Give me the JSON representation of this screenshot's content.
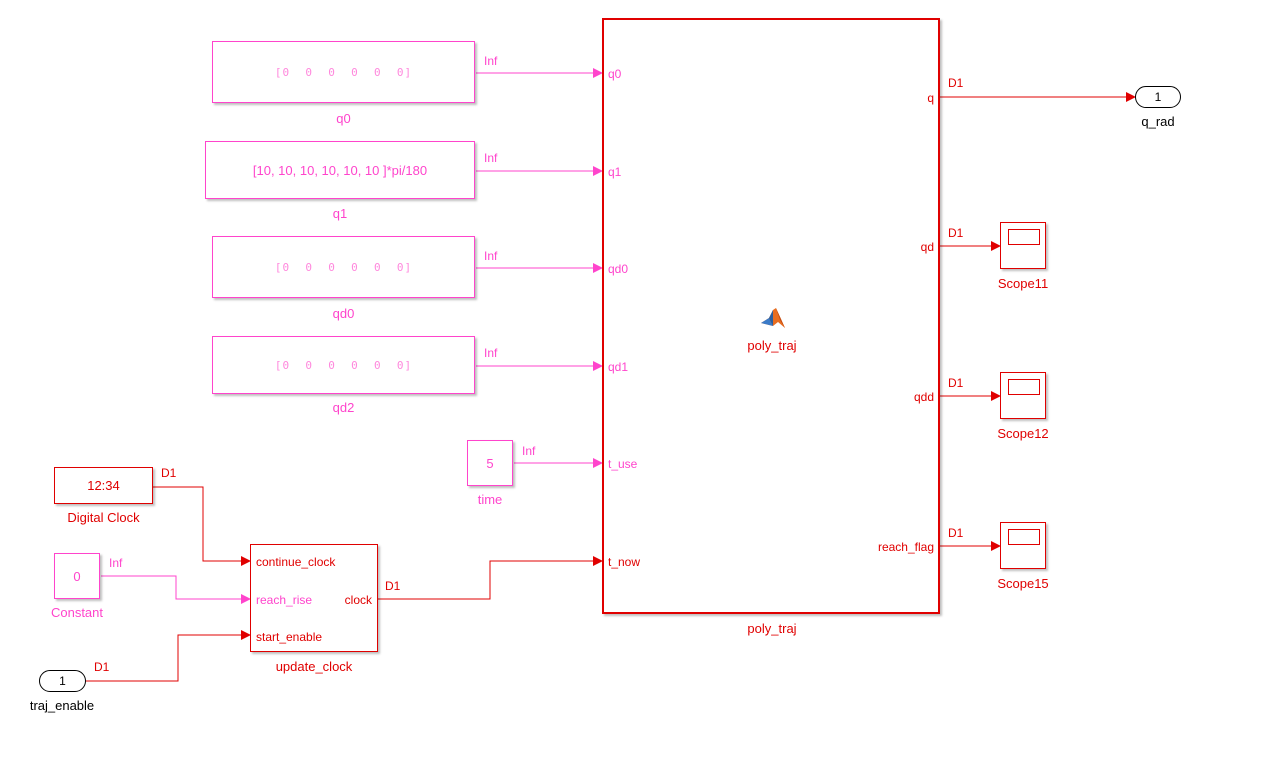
{
  "blocks": {
    "q0": {
      "value": "[0  0  0  0  0  0]",
      "label": "q0"
    },
    "q1": {
      "value": "[10, 10, 10, 10, 10, 10 ]*pi/180",
      "label": "q1"
    },
    "qd0": {
      "value": "[0  0  0  0  0  0]",
      "label": "qd0"
    },
    "qd2": {
      "value": "[0  0  0  0  0  0]",
      "label": "qd2"
    },
    "time": {
      "value": "5",
      "label": "time"
    },
    "digital_clock": {
      "value": "12:34",
      "label": "Digital Clock"
    },
    "constant": {
      "value": "0",
      "label": "Constant"
    },
    "traj_enable": {
      "value": "1",
      "label": "traj_enable"
    },
    "update_clock": {
      "label": "update_clock",
      "inputs": [
        "continue_clock",
        "reach_rise",
        "start_enable"
      ],
      "output": "clock"
    },
    "poly_traj": {
      "label": "poly_traj",
      "inner_label": "poly_traj",
      "inputs": [
        "q0",
        "q1",
        "qd0",
        "qd1",
        "t_use",
        "t_now"
      ],
      "outputs": [
        "q",
        "qd",
        "qdd",
        "reach_flag"
      ]
    },
    "q_rad": {
      "value": "1",
      "label": "q_rad"
    },
    "scope11": {
      "label": "Scope11"
    },
    "scope12": {
      "label": "Scope12"
    },
    "scope15": {
      "label": "Scope15"
    }
  },
  "signals": {
    "inf": "Inf",
    "d1": "D1"
  },
  "colors": {
    "constant_rate": "#ff44cc",
    "discrete_rate": "#e00000"
  }
}
